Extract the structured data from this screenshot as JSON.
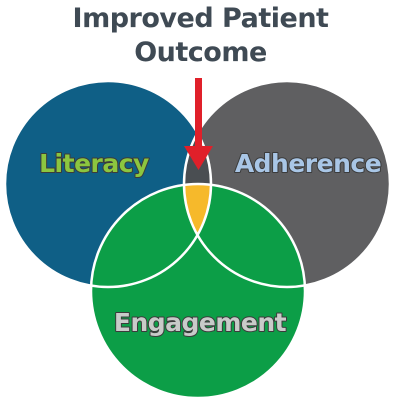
{
  "title": {
    "line1": "Improved Patient",
    "line2": "Outcome"
  },
  "labels": {
    "literacy": "Literacy",
    "adherence": "Adherence",
    "engagement": "Engagement"
  },
  "colors": {
    "title": "#3f4a54",
    "literacy_circle": "#0f5f86",
    "adherence_circle": "#5f5f61",
    "engagement_circle": "#0c9e47",
    "center_overlap": "#f6b92b",
    "literacy_adherence_overlap": "#4a4e52",
    "arrow": "#e0202a",
    "literacy_text": "#8cc63f",
    "adherence_text": "#a9c6e6",
    "engagement_text": "#c8cbc9",
    "outline": "#ffffff"
  }
}
